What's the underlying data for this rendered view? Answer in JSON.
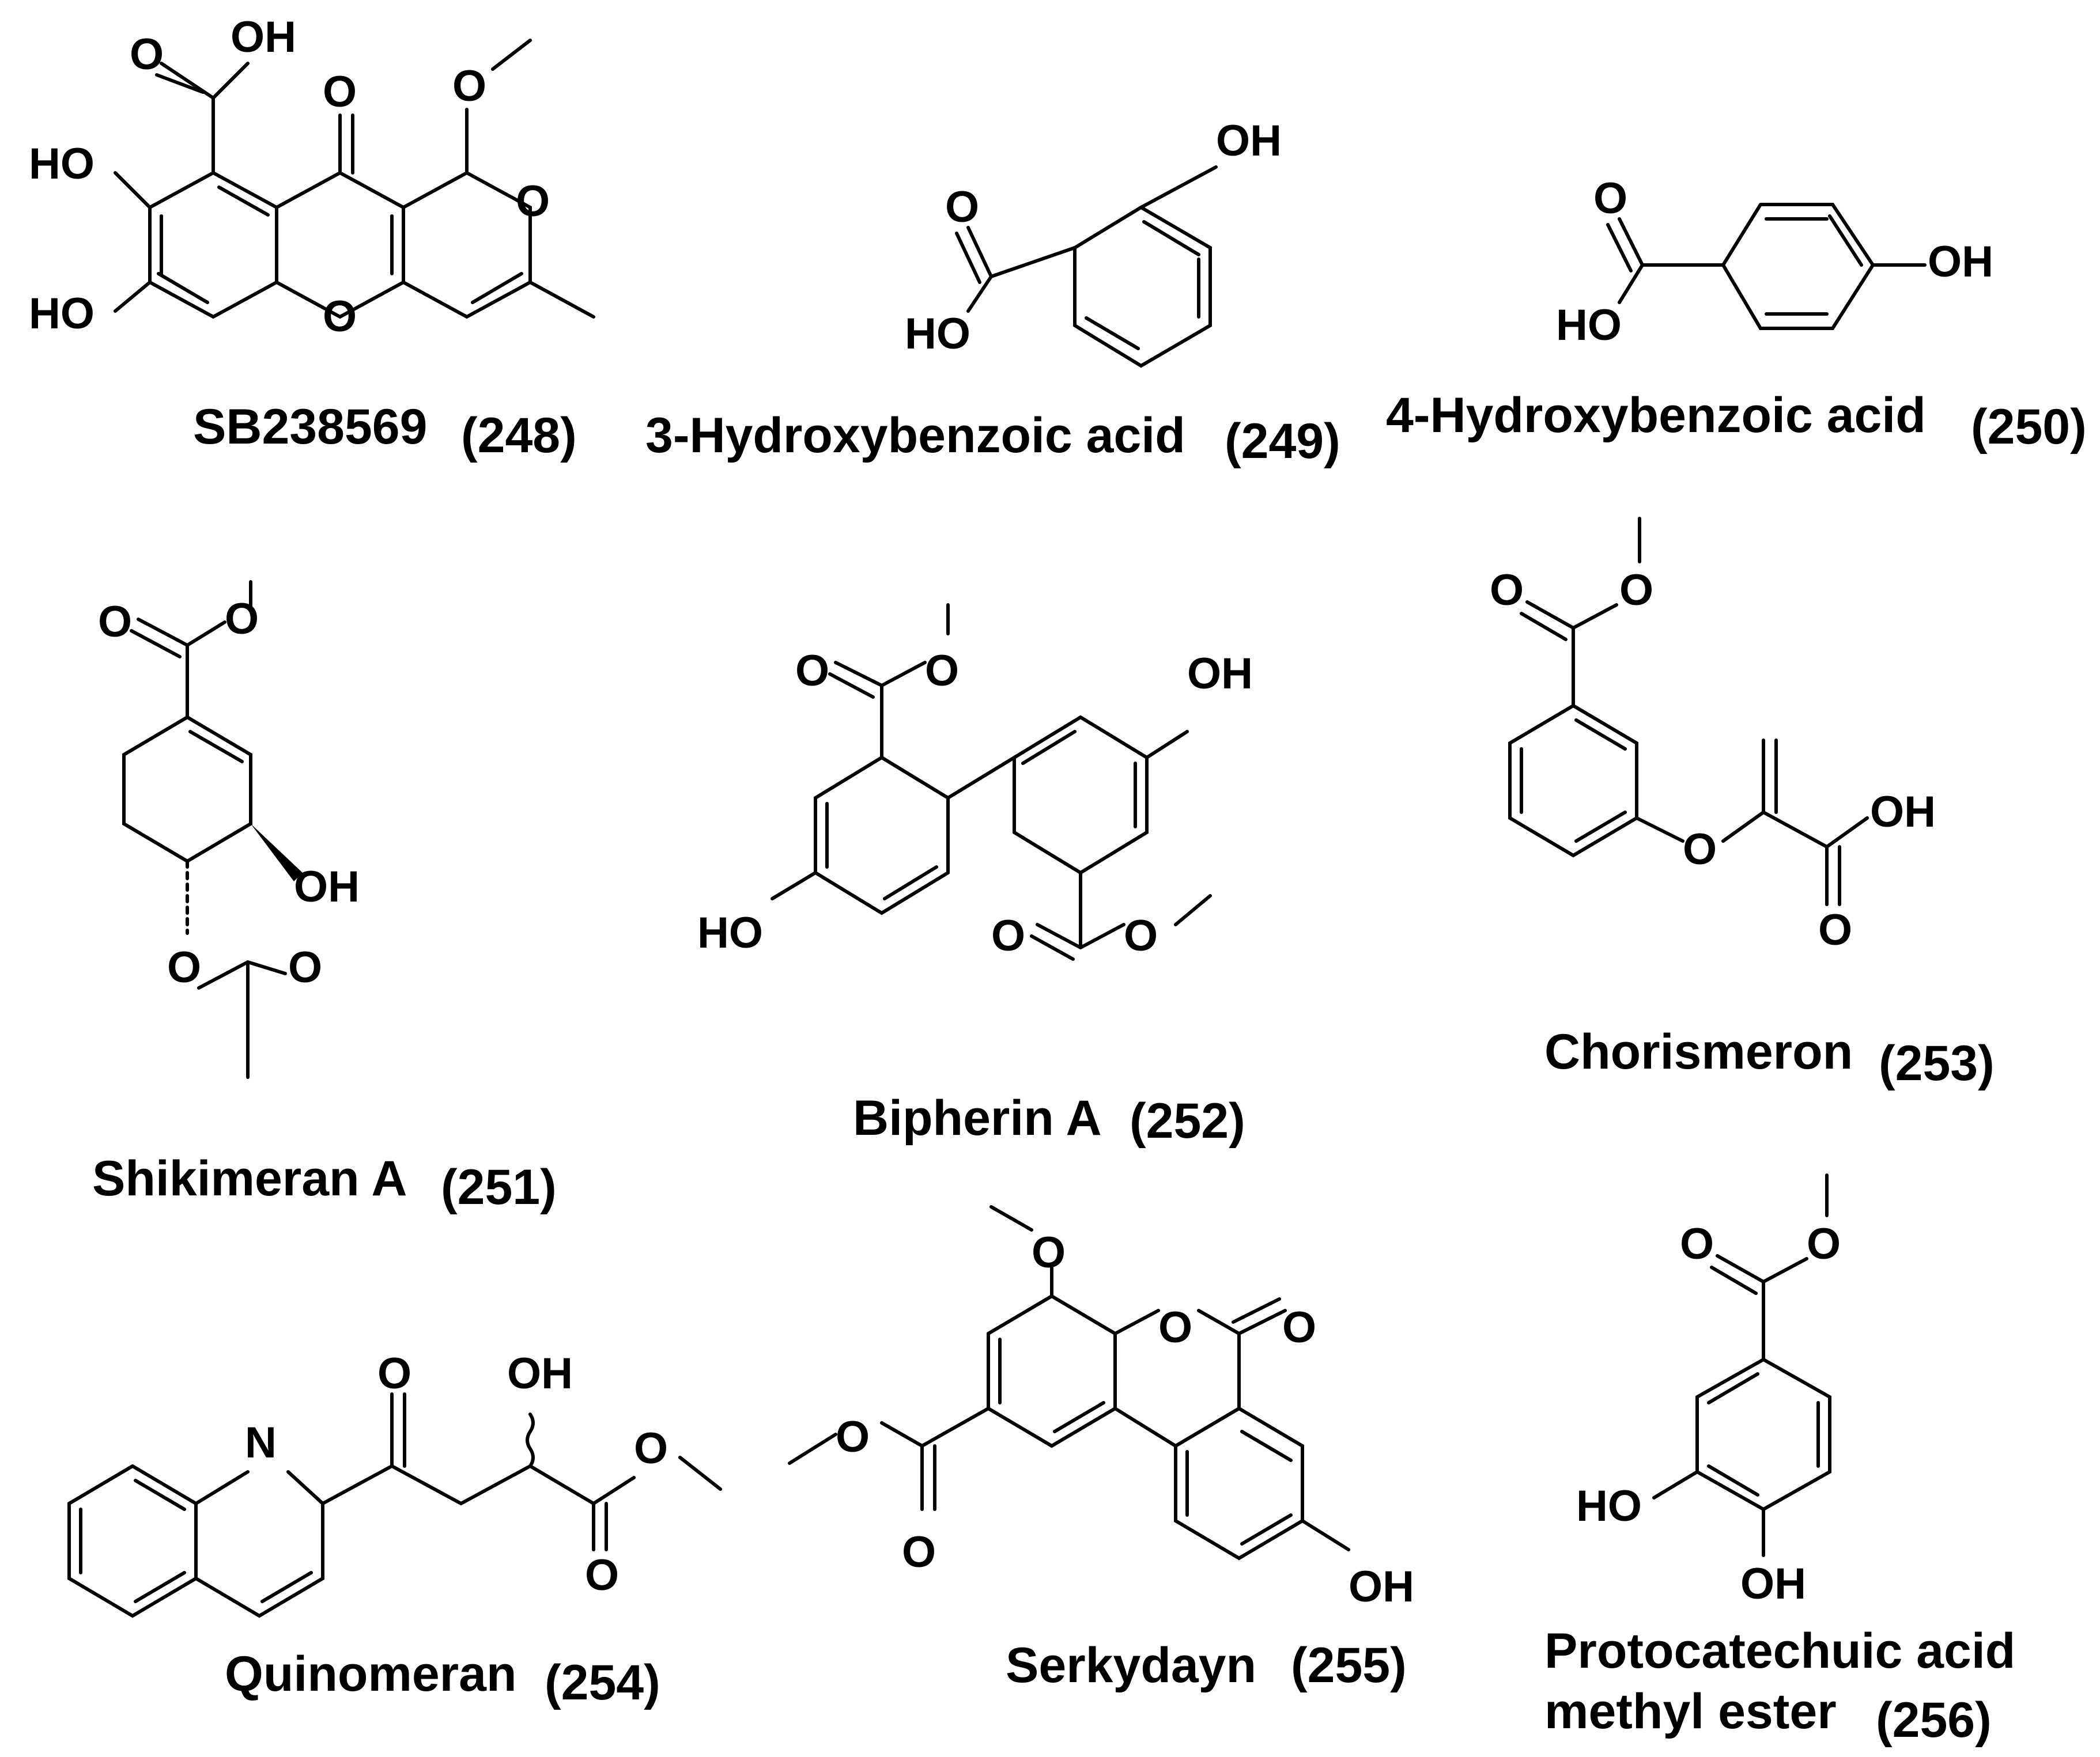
{
  "compounds": [
    {
      "name": "SB238569",
      "number": "(248)"
    },
    {
      "name": "3-Hydroxybenzoic acid",
      "number": "(249)"
    },
    {
      "name": "4-Hydroxybenzoic acid",
      "number": "(250)"
    },
    {
      "name": "Shikimeran A",
      "number": "(251)"
    },
    {
      "name": "Bipherin A",
      "number": "(252)"
    },
    {
      "name": "Chorismeron",
      "number": "(253)"
    },
    {
      "name": "Quinomeran",
      "number": "(254)"
    },
    {
      "name": "Serkydayn",
      "number": "(255)"
    },
    {
      "name_line1": "Protocatechuic acid",
      "name_line2": "methyl ester",
      "number": "(256)"
    }
  ],
  "atoms": {
    "oh": "OH",
    "ho": "HO",
    "o": "O",
    "n": "N"
  }
}
